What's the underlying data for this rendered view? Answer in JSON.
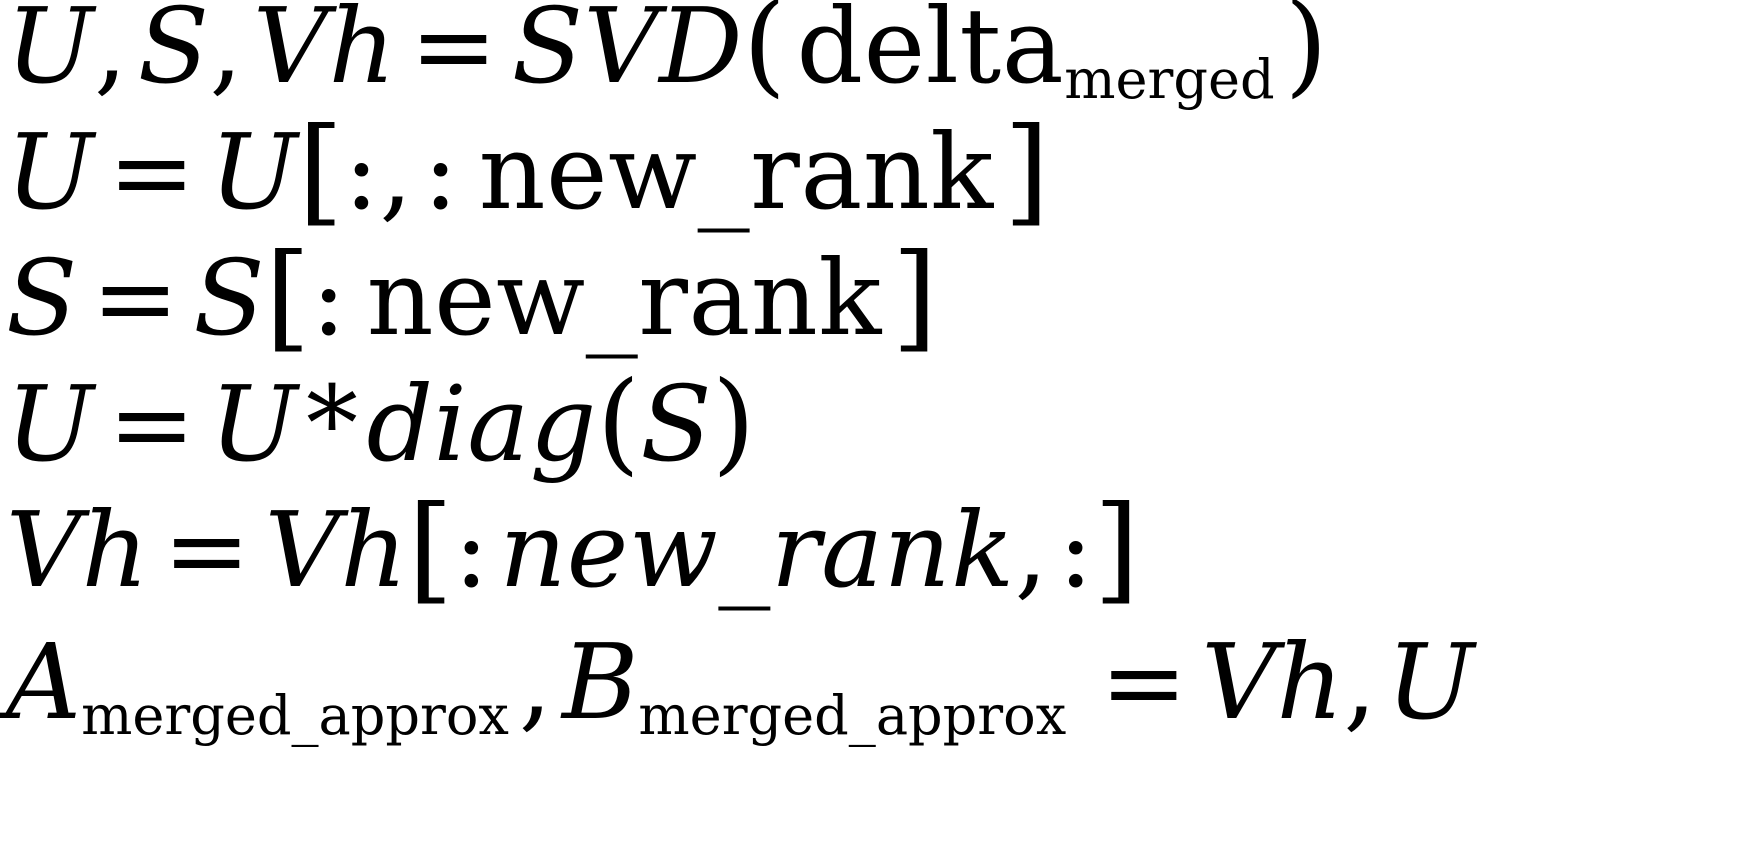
{
  "document": {
    "kind": "rendered-latex-equation-block",
    "background_color": "#ffffff",
    "text_color": "#000000",
    "line_count": 6
  },
  "equations": {
    "line1": {
      "lhs_u": "U",
      "comma1": ",",
      "lhs_s": "S",
      "comma2": ",",
      "lhs_vh": "Vh",
      "equals": "=",
      "func": "SVD",
      "open_paren": "(",
      "arg_base": "delta",
      "arg_sub": "merged",
      "close_paren": ")",
      "plain": "U, S, Vh = SVD( delta _merged )"
    },
    "line2": {
      "lhs": "U",
      "equals": "=",
      "rhs": "U",
      "open_bracket": "[",
      "colon1": ":",
      "comma": ",",
      "colon2": ":",
      "index": "new_rank",
      "close_bracket": "]",
      "plain": "U = U[:, : new_rank ]"
    },
    "line3": {
      "lhs": "S",
      "equals": "=",
      "rhs": "S",
      "open_bracket": "[",
      "colon": ":",
      "index": "new_rank",
      "close_bracket": "]",
      "plain": "S = S[: new_rank ]"
    },
    "line4": {
      "lhs": "U",
      "equals": "=",
      "rhs": "U",
      "times": "*",
      "func": "diag",
      "open_paren": "(",
      "arg": "S",
      "close_paren": ")",
      "plain": "U = U * diag(S)"
    },
    "line5": {
      "lhs": "Vh",
      "equals": "=",
      "rhs": "Vh",
      "open_bracket": "[",
      "colon1": ":",
      "index": "new_rank",
      "comma": ",",
      "colon2": ":",
      "close_bracket": "]",
      "plain": "Vh = Vh[: new_rank, :]"
    },
    "line6": {
      "lhs_a_base": "A",
      "lhs_a_sub": "merged_approx",
      "comma": ",",
      "lhs_b_base": "B",
      "lhs_b_sub": "merged_approx",
      "equals": "=",
      "rhs_vh": "Vh",
      "rhs_comma": ",",
      "rhs_u": "U",
      "plain": "A_merged_approx , B_merged_approx = Vh, U"
    }
  }
}
